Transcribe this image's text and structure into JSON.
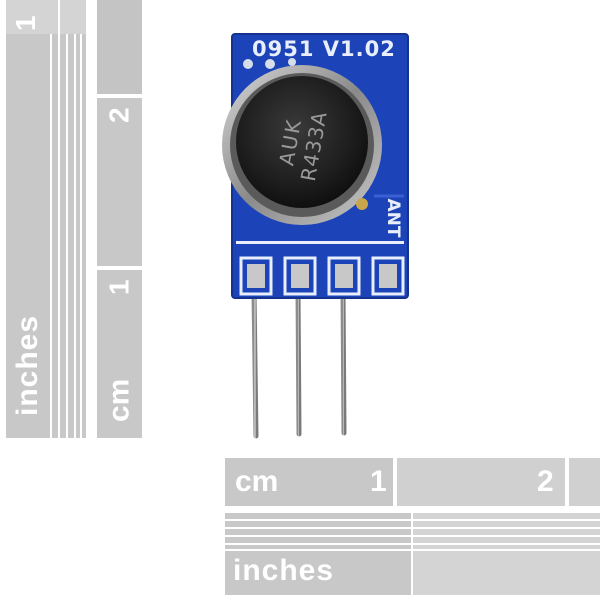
{
  "scene": {
    "subject": "433 MHz RF transmitter module photographed beside rulers"
  },
  "pcb": {
    "silkscreen_top": "0951 V1.02",
    "antenna_label": "ANT",
    "color": "#1c44b8"
  },
  "crystal": {
    "line1": "AUK",
    "line2": "R433A"
  },
  "ruler_left_inches": {
    "unit_label": "inches",
    "tick_number": "1"
  },
  "ruler_left_cm": {
    "unit_label": "cm",
    "tick_number_1": "1",
    "tick_number_2": "2"
  },
  "ruler_bottom_cm": {
    "unit_label": "cm",
    "tick_number_1": "1",
    "tick_number_2": "2"
  },
  "ruler_bottom_inches": {
    "unit_label": "inches"
  }
}
